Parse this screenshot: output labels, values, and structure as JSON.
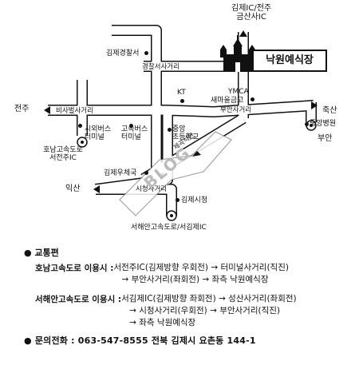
{
  "map": {
    "labels": {
      "ic_north_1": "김제IC/전주",
      "ic_north_2": "금산사IC",
      "police": "김제경찰서",
      "terminal_road": "경찰서사거리",
      "venue": "낙원예식장",
      "kt": "KT",
      "ymca": "YMCA",
      "saemaeul": "새마을금고",
      "jeonju_west": "전주",
      "bisa": "비사벌사거리",
      "city_bus": "시외버스\n터미널",
      "express_bus": "고속버스\n터미널",
      "jungang": "중앙\n초등학교",
      "buan_road": "부안사거리",
      "juksan": "죽산",
      "jungang_hospital": "중앙병원",
      "buan": "부안",
      "honam": "호남고속도로\n서전주IC",
      "gymnasium": "김제우체국",
      "railway": "제곡석탄",
      "iksan": "익산",
      "city_hall_road": "시청사거리",
      "city_hall": "김제시청",
      "seohaean": "서해안고속도로/서김제IC",
      "watermark": "BLOG"
    }
  },
  "info": {
    "traffic_title": "교통편",
    "honam_label": "호남고속도로 이용시 : ",
    "honam_line1": "서전주IC(김제방향 우회전) → 터미널사거리(직진)",
    "honam_line2": "→ 부안사거리(좌회전) → 좌측 낙원예식장",
    "seohae_label": "서해안고속도로 이용시 : ",
    "seohae_line1": "서김제IC(김제방향 좌회전) → 성산사거리(좌회전)",
    "seohae_line2": "→ 시청사거리(우회전) → 부안사거리(직진)",
    "seohae_line3": "→ 좌측 낙원예식장",
    "contact_title": "문의전화",
    "contact_text": " : 063-547-8555 전북 김제시 요촌동 144-1"
  },
  "colors": {
    "road": "#ffffff",
    "road_border": "#111111",
    "text": "#111111"
  },
  "icons": [
    "circle-arrow-icon",
    "arrow-left-icon",
    "arrow-right-icon",
    "arrow-up-icon",
    "castle-icon",
    "location-dot-icon"
  ]
}
